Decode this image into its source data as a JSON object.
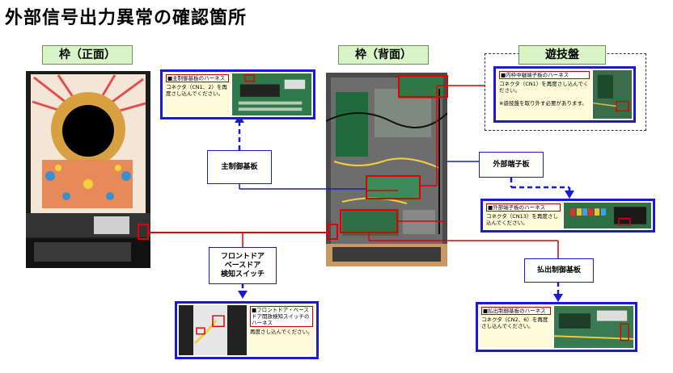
{
  "title": "外部信号出力異常の確認箇所",
  "labels": {
    "frame_front": "枠（正面）",
    "frame_back": "枠（背面）",
    "game_board": "遊技盤"
  },
  "connectors": {
    "main_board": "主制御基板",
    "external_terminal": "外部端子板",
    "door_switch_line1": "フロントドア",
    "door_switch_line2": "ベースドア",
    "door_switch_line3": "検知スイッチ",
    "payout_board": "払出制御基板"
  },
  "callouts": {
    "main_harness": {
      "heading": "■主制御基板のハーネス",
      "body": "コネクタ（CN1、2）を再度さし込んでください。"
    },
    "inner_frame": {
      "heading": "■内枠中継端子板のハーネス",
      "body": "コネクタ（CN1）を再度さし込んでください。",
      "note": "※遊技盤を取り外す必要があります。"
    },
    "external_harness": {
      "heading": "■外部端子板のハーネス",
      "body": "コネクタ（CN13）を再度さし込んでください。"
    },
    "door_harness": {
      "heading": "■フロントドア・ベースドア開放検知スイッチのハーネス",
      "body": "再度さし込んでください。"
    },
    "payout_harness": {
      "heading": "■払出制御基板のハーネス",
      "body": "コネクタ（CN2、6）を再度さし込んでください。"
    }
  },
  "colors": {
    "callout_border": "#1a1ad0",
    "red_line": "#e00000",
    "green_label": "#d9f5c8",
    "note_bg": "#fffbd9"
  }
}
